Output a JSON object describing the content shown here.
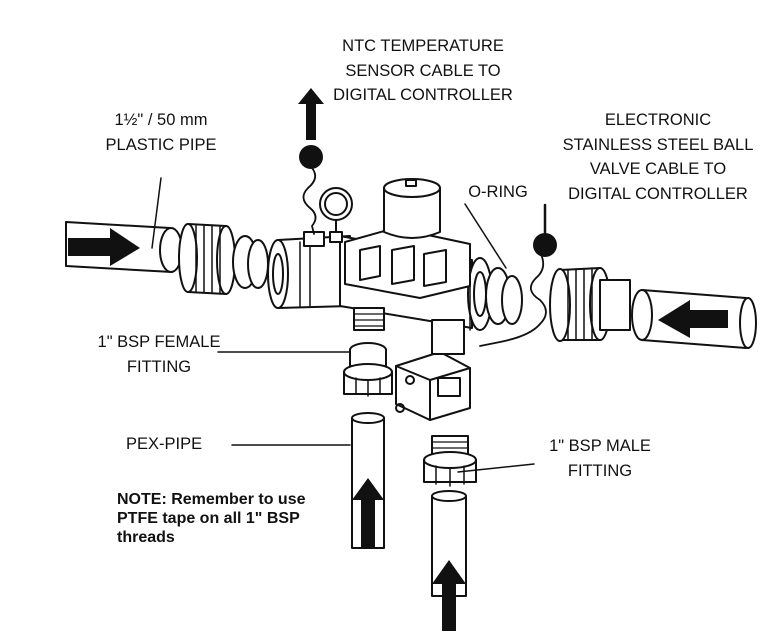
{
  "labels": {
    "ntc_cable": [
      "NTC TEMPERATURE",
      "SENSOR CABLE TO",
      "DIGITAL CONTROLLER"
    ],
    "plastic_pipe": [
      "1½\" / 50 mm",
      "PLASTIC PIPE"
    ],
    "ball_valve_cable": [
      "ELECTRONIC",
      "STAINLESS STEEL BALL",
      "VALVE CABLE TO",
      "DIGITAL CONTROLLER"
    ],
    "o_ring": "O-RING",
    "bsp_female": [
      "1\" BSP FEMALE",
      "FITTING"
    ],
    "pex_pipe": "PEX-PIPE",
    "bsp_male": [
      "1\" BSP MALE",
      "FITTING"
    ]
  },
  "note": [
    "NOTE: Remember to use",
    "PTFE tape on all 1\" BSP",
    "threads"
  ]
}
